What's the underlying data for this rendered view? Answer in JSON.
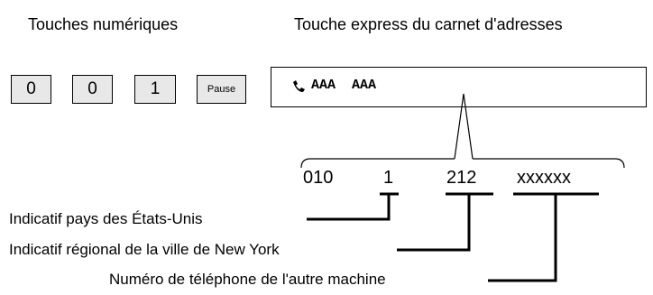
{
  "headers": {
    "numeric_keys": "Touches numériques",
    "express_key": "Touche express du carnet d'adresses"
  },
  "keys": [
    "0",
    "0",
    "1",
    "Pause"
  ],
  "express_display": {
    "icon": "phone-icon",
    "text": "AAA  AAA"
  },
  "number_parts": {
    "prefix": "010",
    "country": "1",
    "area": "212",
    "phone": "xxxxxx"
  },
  "labels": {
    "country": "Indicatif pays des États-Unis",
    "area": "Indicatif régional de la ville de New York",
    "phone": "Numéro de téléphone de l'autre machine"
  }
}
